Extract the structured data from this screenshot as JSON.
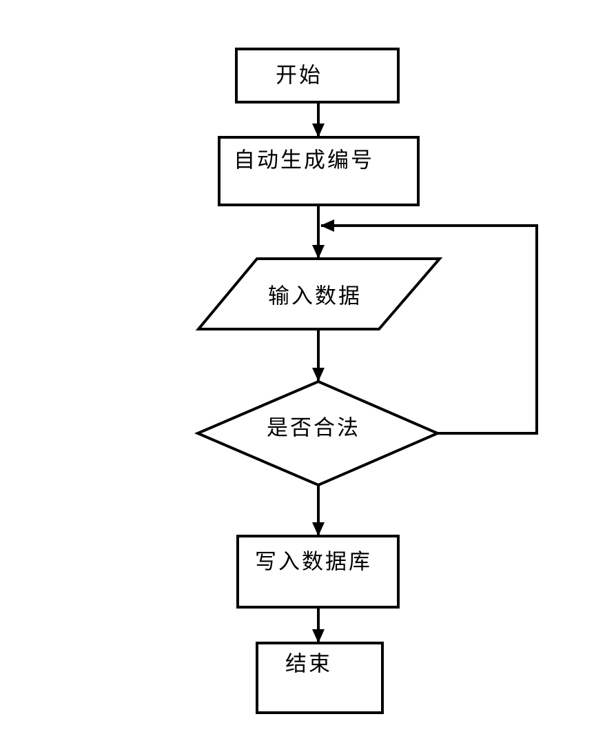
{
  "diagram": {
    "type": "flowchart",
    "background_color": "#ffffff",
    "line_color": "#000000",
    "text_color": "#000000",
    "nodes": [
      {
        "id": "start",
        "shape": "rectangle",
        "label": "开始"
      },
      {
        "id": "auto-generate-id",
        "shape": "rectangle",
        "label": "自动生成编号"
      },
      {
        "id": "input-data",
        "shape": "parallelogram",
        "label": "输入数据"
      },
      {
        "id": "is-valid",
        "shape": "diamond",
        "label": "是否合法"
      },
      {
        "id": "write-database",
        "shape": "rectangle",
        "label": "写入数据库"
      },
      {
        "id": "end",
        "shape": "rectangle",
        "label": "结束"
      }
    ],
    "edges": [
      {
        "from": "start",
        "to": "auto-generate-id",
        "style": "arrow-down"
      },
      {
        "from": "auto-generate-id",
        "to": "input-data",
        "style": "arrow-down"
      },
      {
        "from": "input-data",
        "to": "is-valid",
        "style": "arrow-down"
      },
      {
        "from": "is-valid",
        "to": "write-database",
        "style": "arrow-down"
      },
      {
        "from": "write-database",
        "to": "end",
        "style": "arrow-down"
      },
      {
        "from": "is-valid",
        "to": "input-data",
        "style": "loop-back-right"
      }
    ]
  }
}
